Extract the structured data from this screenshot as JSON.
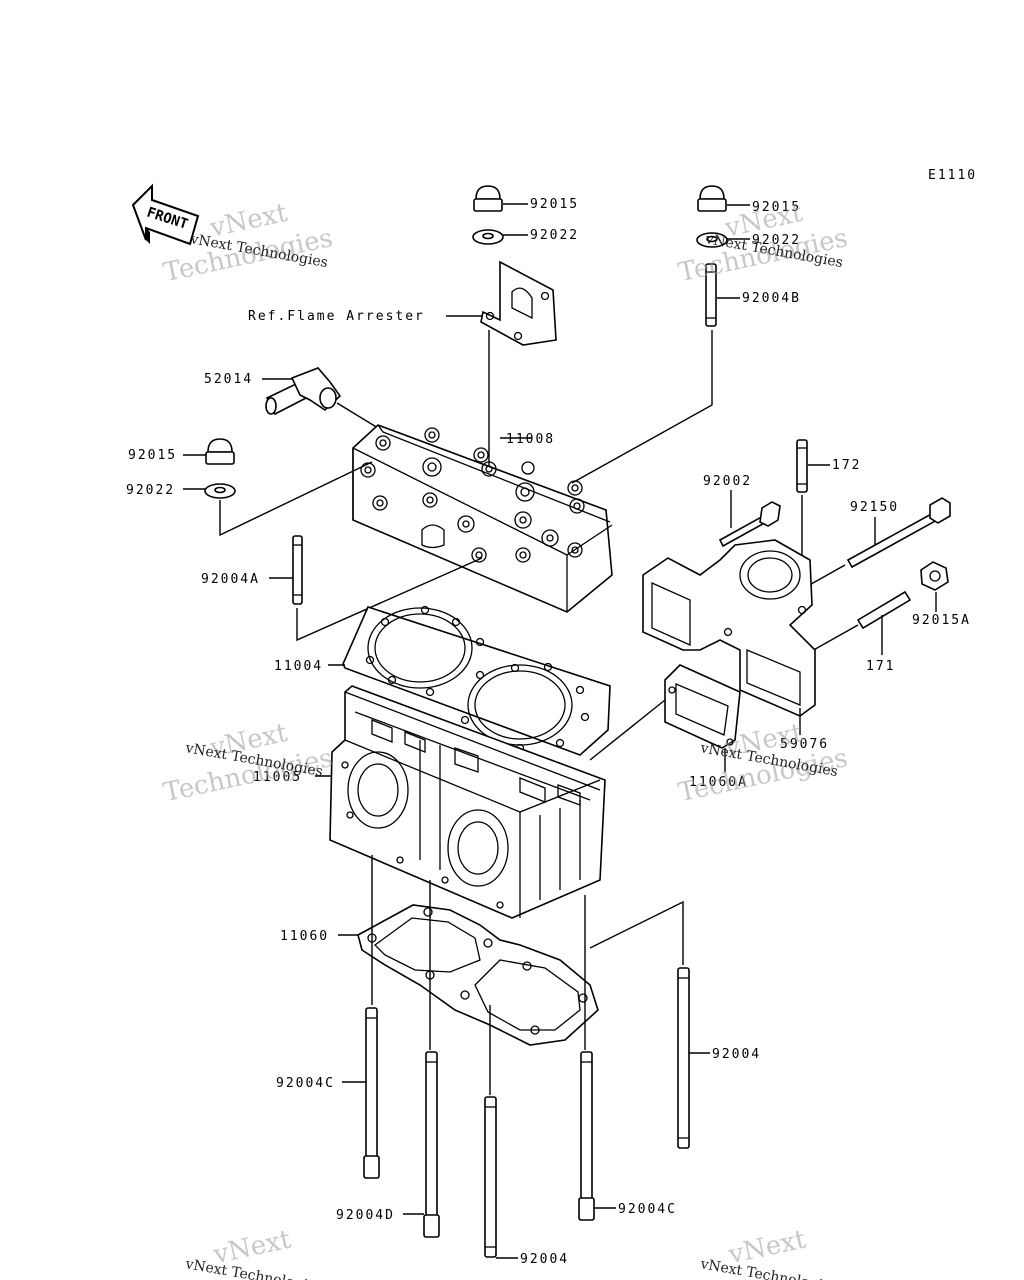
{
  "diagram": {
    "code": "E1110",
    "front_label": "FRONT",
    "labels": {
      "nut_top_center": "92015",
      "washer_top_center": "92022",
      "nut_top_right": "92015",
      "washer_top_right": "92022",
      "stud_b": "92004B",
      "ref_flame_arrester": "Ref.Flame Arrester",
      "fitting": "52014",
      "head": "11008",
      "nut_left": "92015",
      "washer_left": "92022",
      "stud_a": "92004A",
      "head_gasket": "11004",
      "cylinder": "11005",
      "bolt_92002": "92002",
      "stud_172": "172",
      "bolt_92150": "92150",
      "nut_92015a": "92015A",
      "stud_171": "171",
      "manifold": "59076",
      "manifold_gasket": "11060A",
      "base_gasket": "11060",
      "stud_92004_right": "92004",
      "stud_c_left": "92004C",
      "stud_d": "92004D",
      "stud_c_right": "92004C",
      "stud_92004_bottom": "92004"
    }
  },
  "watermark": {
    "line1": "vNext",
    "line2": "Technologies",
    "small": "vNext Technologies"
  }
}
